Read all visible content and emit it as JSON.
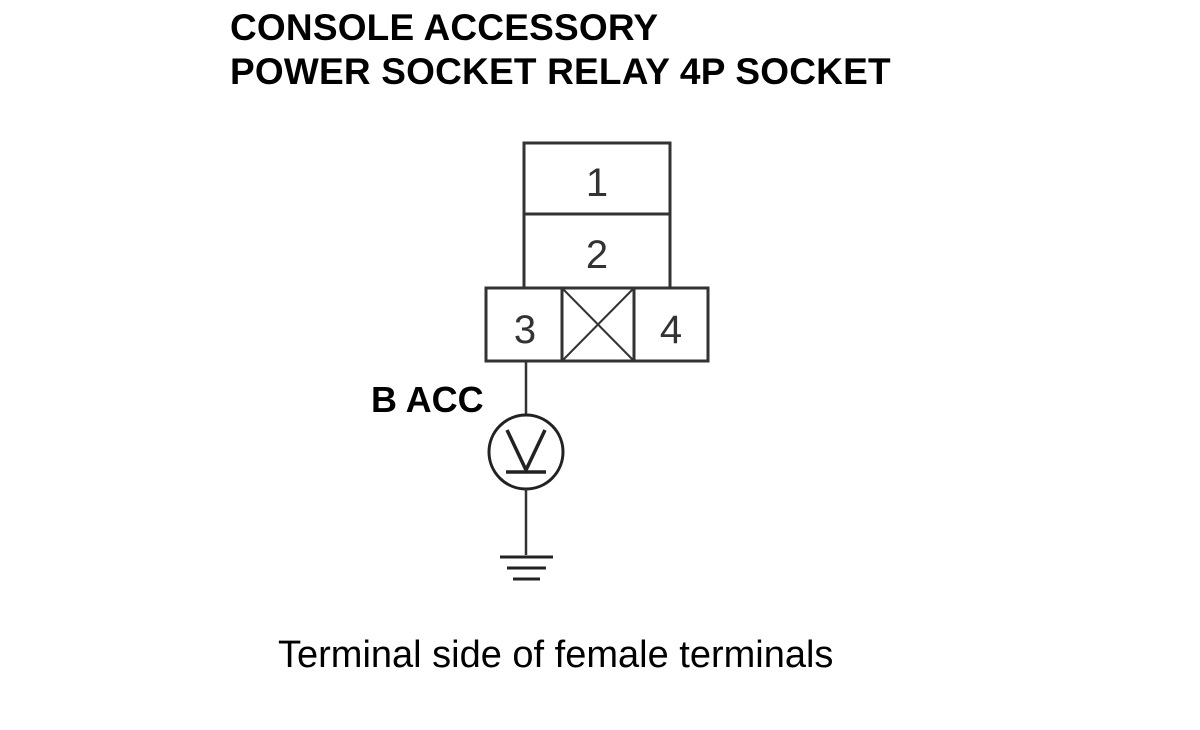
{
  "title": {
    "line1": "CONSOLE ACCESSORY",
    "line2": "POWER SOCKET RELAY 4P SOCKET"
  },
  "connector": {
    "terminals": [
      "1",
      "2",
      "3",
      "4"
    ],
    "unused_cavity": "crossed-out-cavity"
  },
  "meter": {
    "label": "B ACC",
    "symbol": "V",
    "icon": "voltmeter-icon"
  },
  "ground": {
    "icon": "ground-icon"
  },
  "caption": "Terminal side of female terminals",
  "colors": {
    "line": "#333333",
    "text": "#000000",
    "background": "#ffffff"
  }
}
